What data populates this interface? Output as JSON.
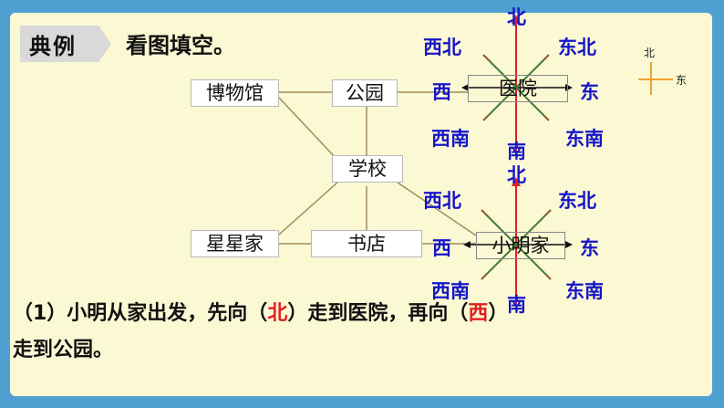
{
  "badge": {
    "label": "典例"
  },
  "prompt": "看图填空。",
  "nodes": {
    "museum": "博物馆",
    "park": "公园",
    "hospital": "医院",
    "school": "学校",
    "xingxing_home": "星星家",
    "bookstore": "书店",
    "xiaoming_home": "小明家"
  },
  "compass_top": {
    "n": "北",
    "s": "南",
    "e": "东",
    "w": "西",
    "ne": "东北",
    "nw": "西北",
    "se": "东南",
    "sw": "西南"
  },
  "compass_bottom": {
    "n": "北",
    "s": "南",
    "e": "东",
    "w": "西",
    "ne": "东北",
    "nw": "西北",
    "se": "东南",
    "sw": "西南"
  },
  "legend": {
    "north": "北",
    "east": "东"
  },
  "question": {
    "part1": "（1）小明从家出发，先向（",
    "answer1": "北",
    "part2": "）走到医院，再向（",
    "answer2": "西",
    "part3": "）",
    "line2": "走到公园。"
  },
  "colors": {
    "compass_red": "#e02020",
    "compass_diag": "#8b5a2b",
    "label_blue": "#1515c8",
    "legend_orange": "#f0a030"
  }
}
